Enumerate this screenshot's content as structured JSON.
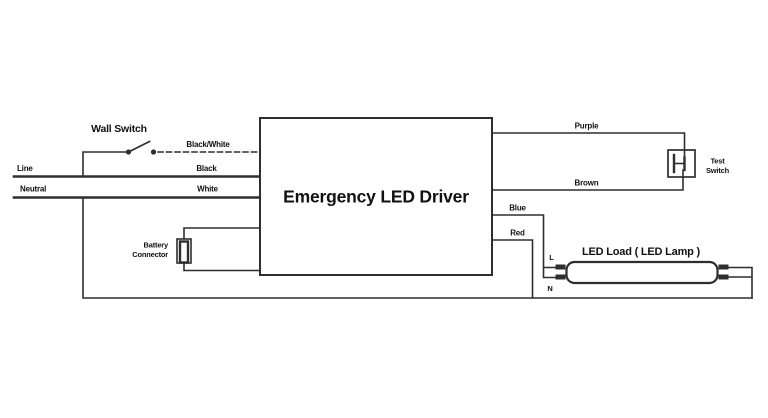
{
  "diagram": {
    "box_title": "Emergency LED Driver",
    "wall_switch_label": "Wall Switch",
    "wire_labels": {
      "switched": "Black/White",
      "line": "Line",
      "line_wire": "Black",
      "neutral": "Neutral",
      "neutral_wire": "White",
      "purple": "Purple",
      "brown": "Brown",
      "blue": "Blue",
      "red": "Red"
    },
    "battery_connector": {
      "line1": "Battery",
      "line2": "Connector"
    },
    "test_switch": {
      "line1": "Test",
      "line2": "Switch"
    },
    "led_load": {
      "title": "LED Load ( LED Lamp )",
      "terminal_l": "L",
      "terminal_n": "N"
    },
    "colors": {
      "wire": "#2e2e2e",
      "text": "#111111",
      "background": "#ffffff"
    }
  }
}
